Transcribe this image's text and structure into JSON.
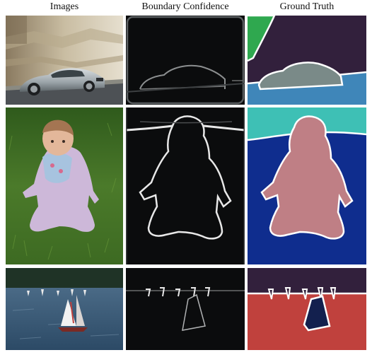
{
  "columns": {
    "images": "Images",
    "boundary": "Boundary Confidence",
    "ground_truth": "Ground Truth"
  },
  "colors": {
    "gt_sky_purple": "#32203c",
    "gt_green": "#2fa84f",
    "gt_car_gray": "#7a8a88",
    "gt_road_blue": "#3f86b9",
    "gt_teal": "#3ec0b5",
    "gt_navy": "#0f2d8e",
    "gt_baby_pink": "#bf7f85",
    "gt_red": "#c0413d",
    "gt_boat_navy": "#13204e",
    "boundary_bg": "#0b0c0d",
    "boundary_edge": "#e8e8e8"
  }
}
